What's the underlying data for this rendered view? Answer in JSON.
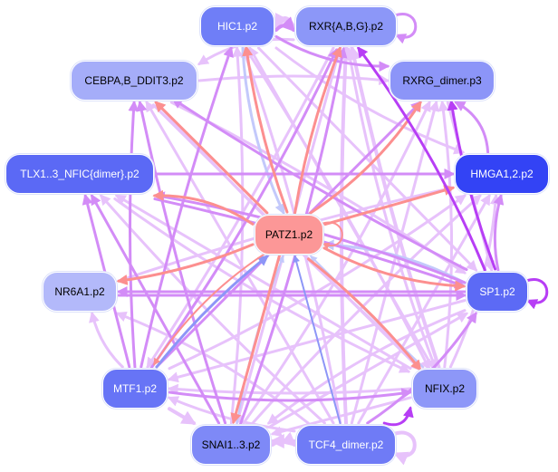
{
  "diagram": {
    "type": "motif-interaction-network",
    "nodes": [
      {
        "id": "HIC1",
        "label": "HIC1.p2",
        "fill": "#6f7ef7",
        "text": "#ffffff"
      },
      {
        "id": "RXR",
        "label": "RXR{A,B,G}.p2",
        "fill": "#8c97f8",
        "text": "#000000"
      },
      {
        "id": "CEBPA",
        "label": "CEBPA,B_DDIT3.p2",
        "fill": "#a5adf9",
        "text": "#000000"
      },
      {
        "id": "RXRG",
        "label": "RXRG_dimer.p3",
        "fill": "#8c95f8",
        "text": "#000000"
      },
      {
        "id": "TLX",
        "label": "TLX1..3_NFIC{dimer}.p2",
        "fill": "#5b69f5",
        "text": "#ffffff"
      },
      {
        "id": "HMGA",
        "label": "HMGA1,2.p2",
        "fill": "#3343f5",
        "text": "#ffffff"
      },
      {
        "id": "PATZ1",
        "label": "PATZ1.p2",
        "fill": "#fc9797",
        "text": "#000000"
      },
      {
        "id": "NR6A1",
        "label": "NR6A1.p2",
        "fill": "#b3b9fa",
        "text": "#000000"
      },
      {
        "id": "SP1",
        "label": "SP1.p2",
        "fill": "#5c6af5",
        "text": "#ffffff"
      },
      {
        "id": "MTF1",
        "label": "MTF1.p2",
        "fill": "#6774f6",
        "text": "#ffffff"
      },
      {
        "id": "NFIX",
        "label": "NFIX.p2",
        "fill": "#8d97f8",
        "text": "#000000"
      },
      {
        "id": "SNAI",
        "label": "SNAI1..3.p2",
        "fill": "#7e89f7",
        "text": "#000000"
      },
      {
        "id": "TCF4",
        "label": "TCF4_dimer.p2",
        "fill": "#6f7bf6",
        "text": "#ffffff"
      }
    ],
    "edge_colors": {
      "violet": "#d38cf7",
      "light_violet": "#e7c2fb",
      "strong_violet": "#b73ef5",
      "salmon": "#fc8f8f",
      "light_blue": "#c3c9fb",
      "blue": "#8d96f7"
    },
    "edges": [
      {
        "from": "HIC1",
        "to": "RXR",
        "color": "violet",
        "w": 4
      },
      {
        "from": "RXR",
        "to": "HIC1",
        "color": "light_violet",
        "w": 4
      },
      {
        "from": "RXR",
        "to": "RXR",
        "color": "violet",
        "w": 3,
        "self": true
      },
      {
        "from": "HIC1",
        "to": "RXRG",
        "color": "violet",
        "w": 3
      },
      {
        "from": "CEBPA",
        "to": "RXRG",
        "color": "light_violet",
        "w": 3
      },
      {
        "from": "SP1",
        "to": "RXR",
        "color": "strong_violet",
        "w": 3
      },
      {
        "from": "SP1",
        "to": "RXRG",
        "color": "strong_violet",
        "w": 3
      },
      {
        "from": "SP1",
        "to": "HMGA",
        "color": "violet",
        "w": 3
      },
      {
        "from": "SP1",
        "to": "SP1",
        "color": "strong_violet",
        "w": 3,
        "self": true
      },
      {
        "from": "PATZ1",
        "to": "RXRG",
        "color": "salmon",
        "w": 3
      },
      {
        "from": "PATZ1",
        "to": "HIC1",
        "color": "salmon",
        "w": 3
      },
      {
        "from": "PATZ1",
        "to": "CEBPA",
        "color": "salmon",
        "w": 3
      },
      {
        "from": "PATZ1",
        "to": "TLX",
        "color": "salmon",
        "w": 3
      },
      {
        "from": "PATZ1",
        "to": "NR6A1",
        "color": "salmon",
        "w": 3
      },
      {
        "from": "PATZ1",
        "to": "HMGA",
        "color": "salmon",
        "w": 3
      },
      {
        "from": "PATZ1",
        "to": "SP1",
        "color": "salmon",
        "w": 3
      },
      {
        "from": "PATZ1",
        "to": "NFIX",
        "color": "salmon",
        "w": 3
      },
      {
        "from": "PATZ1",
        "to": "SNAI",
        "color": "salmon",
        "w": 3
      },
      {
        "from": "PATZ1",
        "to": "MTF1",
        "color": "salmon",
        "w": 2
      },
      {
        "from": "PATZ1",
        "to": "RXR",
        "color": "salmon",
        "w": 3
      },
      {
        "from": "PATZ1",
        "to": "PATZ1",
        "color": "salmon",
        "w": 2,
        "self": true
      },
      {
        "from": "SP1",
        "to": "PATZ1",
        "color": "light_blue",
        "w": 3
      },
      {
        "from": "MTF1",
        "to": "PATZ1",
        "color": "blue",
        "w": 3
      },
      {
        "from": "TCF4",
        "to": "PATZ1",
        "color": "blue",
        "w": 2
      },
      {
        "from": "SNAI",
        "to": "PATZ1",
        "color": "light_blue",
        "w": 2
      },
      {
        "from": "NFIX",
        "to": "PATZ1",
        "color": "light_blue",
        "w": 2
      },
      {
        "from": "HIC1",
        "to": "PATZ1",
        "color": "light_blue",
        "w": 3
      },
      {
        "from": "TLX",
        "to": "HMGA",
        "color": "violet",
        "w": 3
      },
      {
        "from": "SP1",
        "to": "TLX",
        "color": "violet",
        "w": 3
      },
      {
        "from": "SP1",
        "to": "CEBPA",
        "color": "violet",
        "w": 3
      },
      {
        "from": "SP1",
        "to": "NR6A1",
        "color": "violet",
        "w": 3
      },
      {
        "from": "SP1",
        "to": "MTF1",
        "color": "light_violet",
        "w": 3
      },
      {
        "from": "SP1",
        "to": "SNAI",
        "color": "light_violet",
        "w": 3
      },
      {
        "from": "MTF1",
        "to": "NFIX",
        "color": "violet",
        "w": 3
      },
      {
        "from": "MTF1",
        "to": "CEBPA",
        "color": "violet",
        "w": 3
      },
      {
        "from": "MTF1",
        "to": "TLX",
        "color": "violet",
        "w": 3
      },
      {
        "from": "MTF1",
        "to": "NR6A1",
        "color": "light_violet",
        "w": 3
      },
      {
        "from": "MTF1",
        "to": "RXR",
        "color": "violet",
        "w": 3
      },
      {
        "from": "MTF1",
        "to": "HIC1",
        "color": "violet",
        "w": 3
      },
      {
        "from": "MTF1",
        "to": "SNAI",
        "color": "light_violet",
        "w": 4
      },
      {
        "from": "MTF1",
        "to": "HMGA",
        "color": "light_violet",
        "w": 3
      },
      {
        "from": "MTF1",
        "to": "RXRG",
        "color": "violet",
        "w": 3
      },
      {
        "from": "SNAI",
        "to": "TCF4",
        "color": "light_violet",
        "w": 4
      },
      {
        "from": "TCF4",
        "to": "SNAI",
        "color": "light_violet",
        "w": 4
      },
      {
        "from": "TCF4",
        "to": "TCF4",
        "color": "light_violet",
        "w": 4,
        "self": true
      },
      {
        "from": "TCF4",
        "to": "NFIX",
        "color": "strong_violet",
        "w": 3
      },
      {
        "from": "TCF4",
        "to": "TLX",
        "color": "light_violet",
        "w": 3
      },
      {
        "from": "TCF4",
        "to": "CEBPA",
        "color": "light_violet",
        "w": 3
      },
      {
        "from": "TCF4",
        "to": "NR6A1",
        "color": "light_violet",
        "w": 3
      },
      {
        "from": "TCF4",
        "to": "MTF1",
        "color": "light_violet",
        "w": 3
      },
      {
        "from": "TCF4",
        "to": "HMGA",
        "color": "light_violet",
        "w": 3
      },
      {
        "from": "TCF4",
        "to": "HIC1",
        "color": "light_violet",
        "w": 3
      },
      {
        "from": "TCF4",
        "to": "RXR",
        "color": "light_violet",
        "w": 4
      },
      {
        "from": "TCF4",
        "to": "RXRG",
        "color": "light_violet",
        "w": 3
      },
      {
        "from": "TCF4",
        "to": "SP1",
        "color": "violet",
        "w": 3
      },
      {
        "from": "SNAI",
        "to": "HIC1",
        "color": "light_violet",
        "w": 3
      },
      {
        "from": "SNAI",
        "to": "CEBPA",
        "color": "violet",
        "w": 3
      },
      {
        "from": "SNAI",
        "to": "TLX",
        "color": "violet",
        "w": 3
      },
      {
        "from": "SNAI",
        "to": "RXR",
        "color": "violet",
        "w": 3
      },
      {
        "from": "SNAI",
        "to": "HMGA",
        "color": "light_violet",
        "w": 3
      },
      {
        "from": "SNAI",
        "to": "SP1",
        "color": "light_violet",
        "w": 3
      },
      {
        "from": "SNAI",
        "to": "RXRG",
        "color": "light_violet",
        "w": 3
      },
      {
        "from": "NFIX",
        "to": "CEBPA",
        "color": "light_violet",
        "w": 3
      },
      {
        "from": "NFIX",
        "to": "TLX",
        "color": "light_violet",
        "w": 3
      },
      {
        "from": "NFIX",
        "to": "HMGA",
        "color": "light_violet",
        "w": 3
      },
      {
        "from": "NFIX",
        "to": "RXR",
        "color": "light_violet",
        "w": 4
      },
      {
        "from": "NFIX",
        "to": "HIC1",
        "color": "light_violet",
        "w": 3
      },
      {
        "from": "NFIX",
        "to": "RXRG",
        "color": "light_violet",
        "w": 3
      },
      {
        "from": "NFIX",
        "to": "MTF1",
        "color": "light_violet",
        "w": 3
      },
      {
        "from": "NFIX",
        "to": "SNAI",
        "color": "light_violet",
        "w": 3
      },
      {
        "from": "HIC1",
        "to": "HMGA",
        "color": "light_violet",
        "w": 3
      },
      {
        "from": "HIC1",
        "to": "NFIX",
        "color": "light_violet",
        "w": 3
      },
      {
        "from": "HIC1",
        "to": "SP1",
        "color": "light_violet",
        "w": 3
      },
      {
        "from": "RXR",
        "to": "CEBPA",
        "color": "light_violet",
        "w": 3
      },
      {
        "from": "RXR",
        "to": "MTF1",
        "color": "light_violet",
        "w": 3
      },
      {
        "from": "RXR",
        "to": "SNAI",
        "color": "light_violet",
        "w": 3
      },
      {
        "from": "RXR",
        "to": "NFIX",
        "color": "light_violet",
        "w": 3
      },
      {
        "from": "CEBPA",
        "to": "SP1",
        "color": "light_violet",
        "w": 3
      },
      {
        "from": "CEBPA",
        "to": "NFIX",
        "color": "light_violet",
        "w": 3
      },
      {
        "from": "TLX",
        "to": "SP1",
        "color": "violet",
        "w": 3
      },
      {
        "from": "TLX",
        "to": "NFIX",
        "color": "light_violet",
        "w": 3
      },
      {
        "from": "NR6A1",
        "to": "SP1",
        "color": "violet",
        "w": 3
      },
      {
        "from": "NR6A1",
        "to": "HMGA",
        "color": "light_violet",
        "w": 3
      },
      {
        "from": "HMGA",
        "to": "RXRG",
        "color": "violet",
        "w": 3
      },
      {
        "from": "RXRG",
        "to": "SP1",
        "color": "light_violet",
        "w": 3
      }
    ]
  }
}
